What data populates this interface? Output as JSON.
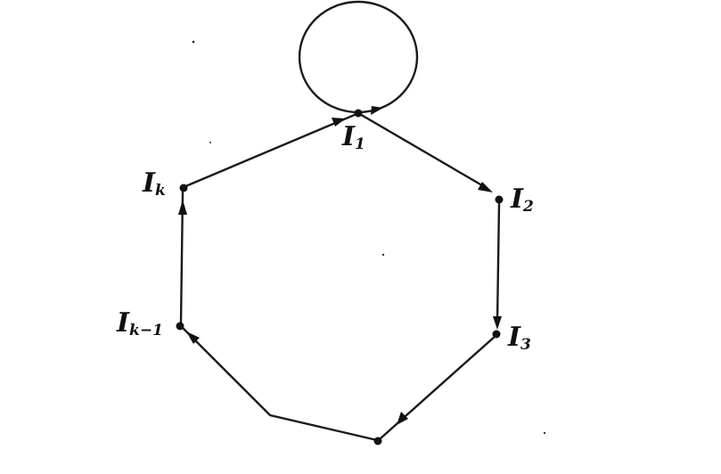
{
  "diagram": {
    "nodes": [
      {
        "id": "I1",
        "label": "I",
        "subscript": "1"
      },
      {
        "id": "I2",
        "label": "I",
        "subscript": "2"
      },
      {
        "id": "I3",
        "label": "I",
        "subscript": "3"
      },
      {
        "id": "Ik",
        "label": "I",
        "subscript": "k"
      },
      {
        "id": "Ik-1",
        "label": "I",
        "subscript": "k−1"
      },
      {
        "id": "unlabeled",
        "label": "",
        "subscript": ""
      }
    ],
    "edges": [
      {
        "from": "I1",
        "to": "I1",
        "type": "self-loop"
      },
      {
        "from": "I1",
        "to": "I2",
        "type": "directed"
      },
      {
        "from": "I2",
        "to": "I3",
        "type": "directed"
      },
      {
        "from": "I3",
        "to": "unlabeled",
        "type": "directed"
      },
      {
        "from": "unlabeled",
        "to": "Ik-1",
        "type": "directed"
      },
      {
        "from": "Ik-1",
        "to": "Ik",
        "type": "directed"
      },
      {
        "from": "Ik",
        "to": "I1",
        "type": "directed"
      }
    ],
    "colors": {
      "ink": "#111111",
      "background": "#ffffff"
    }
  }
}
